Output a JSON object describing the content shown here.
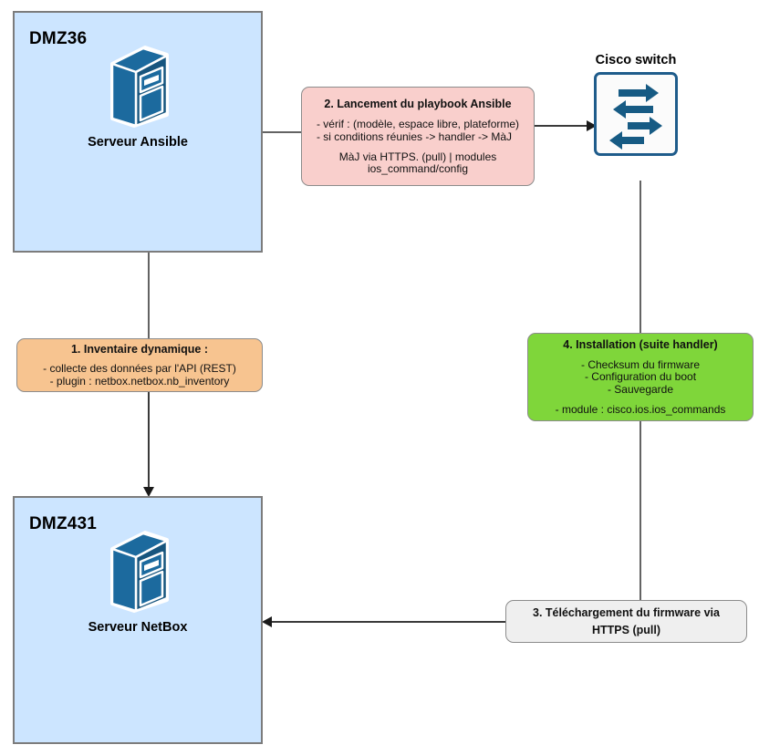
{
  "diagram": {
    "zones": [
      {
        "id": "dmz36",
        "title": "DMZ36",
        "node_label": "Serveur Ansible",
        "node_icon": "server-tower-icon",
        "fill": "#CCE5FF",
        "border": "#7C7C7C"
      },
      {
        "id": "dmz431",
        "title": "DMZ431",
        "node_label": "Serveur NetBox",
        "node_icon": "server-tower-icon",
        "fill": "#CCE5FF",
        "border": "#7C7C7C"
      }
    ],
    "switch": {
      "title": "Cisco switch",
      "icon": "cisco-switch-icon",
      "border": "#1F5C8B",
      "fill": "#FBFBFB"
    },
    "notes": [
      {
        "id": "step1",
        "title": "1. Inventaire dynamique :",
        "body": "- collecte des données par l'API (REST)\n- plugin : netbox.netbox.nb_inventory",
        "body2": "",
        "fill": "#F7C490"
      },
      {
        "id": "step2",
        "title": "2. Lancement du playbook Ansible",
        "body": "- vérif : (modèle, espace libre, plateforme)\n- si conditions réunies  -> handler -> MàJ",
        "body2": "MàJ via HTTPS. (pull) | modules\nios_command/config",
        "fill": "#F9CFCC"
      },
      {
        "id": "step3",
        "title": "3. Téléchargement du firmware via",
        "body": "HTTPS (pull)",
        "body2": "",
        "fill": "#EFEFEF"
      },
      {
        "id": "step4",
        "title": "4. Installation (suite handler)",
        "body": "- Checksum du firmware\n- Configuration du boot\n- Sauvegarde",
        "body2": "- module : cisco.ios.ios_commands",
        "fill": "#7FD63A"
      }
    ],
    "connectors": [
      {
        "id": "ansible-to-step2",
        "from": "DMZ36",
        "to": "2. Lancement du playbook Ansible"
      },
      {
        "id": "step2-to-switch",
        "from": "2. Lancement du playbook Ansible",
        "to": "Cisco switch"
      },
      {
        "id": "ansible-to-step1",
        "from": "DMZ36",
        "to": "1. Inventaire dynamique :"
      },
      {
        "id": "step1-to-netbox",
        "from": "1. Inventaire dynamique :",
        "to": "DMZ431"
      },
      {
        "id": "switch-to-step4",
        "from": "Cisco switch",
        "to": "4. Installation (suite handler)"
      },
      {
        "id": "step4-to-step3",
        "from": "4. Installation (suite handler)",
        "to": "3. Téléchargement du firmware via HTTPS (pull)"
      },
      {
        "id": "step3-to-netbox",
        "from": "3. Téléchargement du firmware via HTTPS (pull)",
        "to": "DMZ431"
      }
    ]
  }
}
